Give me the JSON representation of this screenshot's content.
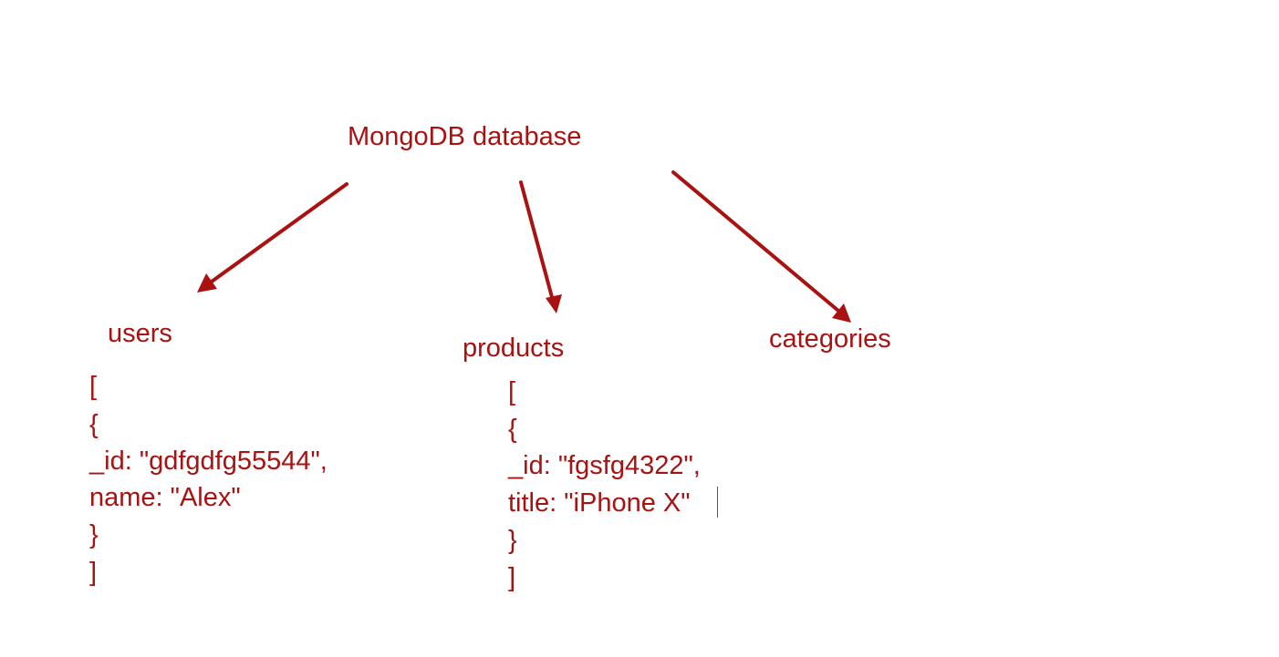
{
  "colors": {
    "ink": "#aa1111",
    "arrow": "#aa1111",
    "caret": "#555555",
    "background": "#ffffff"
  },
  "root": {
    "label": "MongoDB database"
  },
  "collections": {
    "users": {
      "label": "users",
      "lines": [
        "[",
        "{",
        "_id: \"gdfgdfg55544\",",
        "name: \"Alex\"",
        "}",
        "]"
      ]
    },
    "products": {
      "label": "products",
      "lines": [
        "[",
        "{",
        "_id: \"fgsfg4322\",",
        "title: \"iPhone X\"",
        "}",
        "]"
      ]
    },
    "categories": {
      "label": "categories"
    }
  },
  "edges": [
    {
      "from": "MongoDB database",
      "to": "users"
    },
    {
      "from": "MongoDB database",
      "to": "products"
    },
    {
      "from": "MongoDB database",
      "to": "categories"
    }
  ]
}
